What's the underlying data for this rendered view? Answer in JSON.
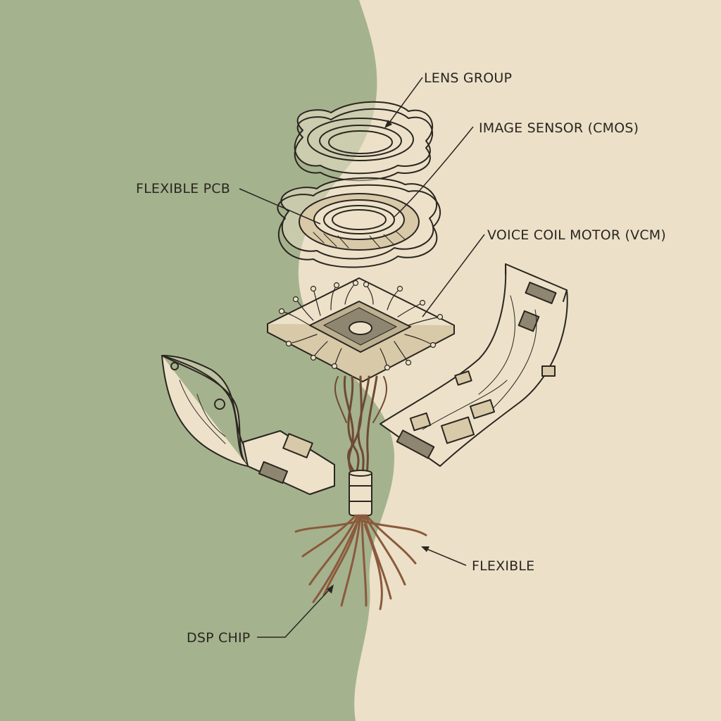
{
  "labels": {
    "lens_group": "LENS GROUP",
    "image_sensor": "IMAGE SENSOR (CMOS)",
    "flexible_pcb": "FLEXIBLE PCB",
    "vcm": "VOICE COIL MOTOR (VCM)",
    "flexible": "FLEXIBLE",
    "dsp_chip": "DSP CHIP"
  },
  "colors": {
    "left_panel": "#a5b28e",
    "right_panel": "#ece0c8",
    "line": "#2a2620",
    "board": "#ede2c9",
    "wire": "#9a6a4a"
  }
}
